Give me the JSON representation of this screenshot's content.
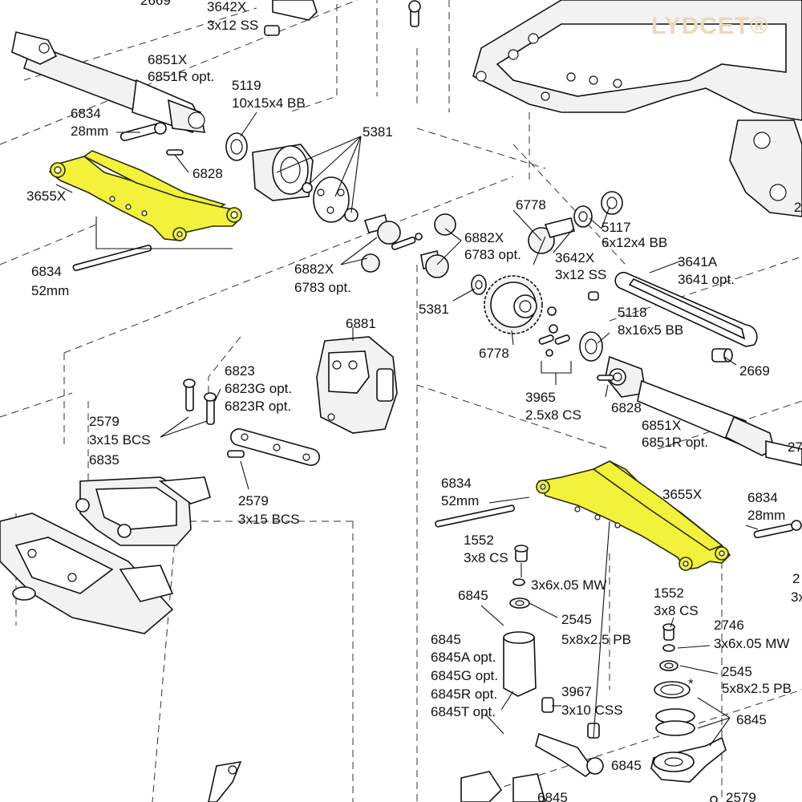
{
  "watermark": "LYDCET®",
  "part_labels": {
    "p2669_top": "2669",
    "p3642x_top": "3642X",
    "p3642x_top_sub": "3x12 SS",
    "p6851x_top": "6851X",
    "p6851x_top_sub": "6851R opt.",
    "p5119": "5119",
    "p5119_sub": "10x15x4 BB",
    "p6834_28_top": "6834",
    "p6834_28_top_sub": "28mm",
    "p5381_top": "5381",
    "p6828_top": "6828",
    "p3655x_left": "3655X",
    "p6834_52_left": "6834",
    "p6834_52_left_sub": "52mm",
    "p6882x_left": "6882X",
    "p6882x_left_sub": "6783 opt.",
    "p6778_top": "6778",
    "p5117": "5117",
    "p5117_sub": "6x12x4 BB",
    "p6882x_mid": "6882X",
    "p6882x_mid_sub": "6783 opt.",
    "p3642x_mid": "3642X",
    "p3642x_mid_sub": "3x12 SS",
    "p3641a": "3641A",
    "p3641a_sub": "3641 opt.",
    "p5381_mid": "5381",
    "p5118": "5118",
    "p5118_sub": "8x16x5 BB",
    "p6778_mid": "6778",
    "p2669_right": "2669",
    "p6881": "6881",
    "p6823": "6823",
    "p6823_sub1": "6823G opt.",
    "p6823_sub2": "6823R opt.",
    "p2579_left": "2579",
    "p2579_left_sub": "3x15 BCS",
    "p6835": "6835",
    "p2579_mid": "2579",
    "p2579_mid_sub": "3x15 BCS",
    "p3965": "3965",
    "p3965_sub": "2.5x8 CS",
    "p6828_mid": "6828",
    "p6851x_mid": "6851X",
    "p6851x_mid_sub": "6851R opt.",
    "p27_edge": "27",
    "p6834_52_right": "6834",
    "p6834_52_right_sub": "52mm",
    "p3655x_right": "3655X",
    "p6834_28_right": "6834",
    "p6834_28_right_sub": "28mm",
    "p1552_a": "1552",
    "p1552_a_sub": "3x8 CS",
    "p_mw_a": "3x6x.05 MW",
    "p6845_a": "6845",
    "p2545_a": "2545",
    "p2545_a_sub": "5x8x2.5 PB",
    "p6845_list1": "6845",
    "p6845_list2": "6845A opt.",
    "p6845_list3": "6845G opt.",
    "p6845_list4": "6845R opt.",
    "p6845_list5": "6845T opt.",
    "p3967": "3967",
    "p3967_sub": "3x10 CSS",
    "p6845_b": "6845",
    "p6845_c": "6845",
    "p1552_b": "1552",
    "p1552_b_sub": "3x8 CS",
    "p2746": "2746",
    "p2746_sub": "3x6x.05 MW",
    "p2545_b": "2545",
    "p2545_b_sub": "5x8x2.5 PB",
    "star": "*",
    "p6845_d": "6845",
    "p2579_bottom": "2579",
    "p2_edge": "2",
    "p3x_edge": "3x",
    "p2669_top_edge": "2669"
  },
  "colors": {
    "highlight": "#f2f23a",
    "line": "#111111",
    "watermark": "#ecd9b8"
  }
}
